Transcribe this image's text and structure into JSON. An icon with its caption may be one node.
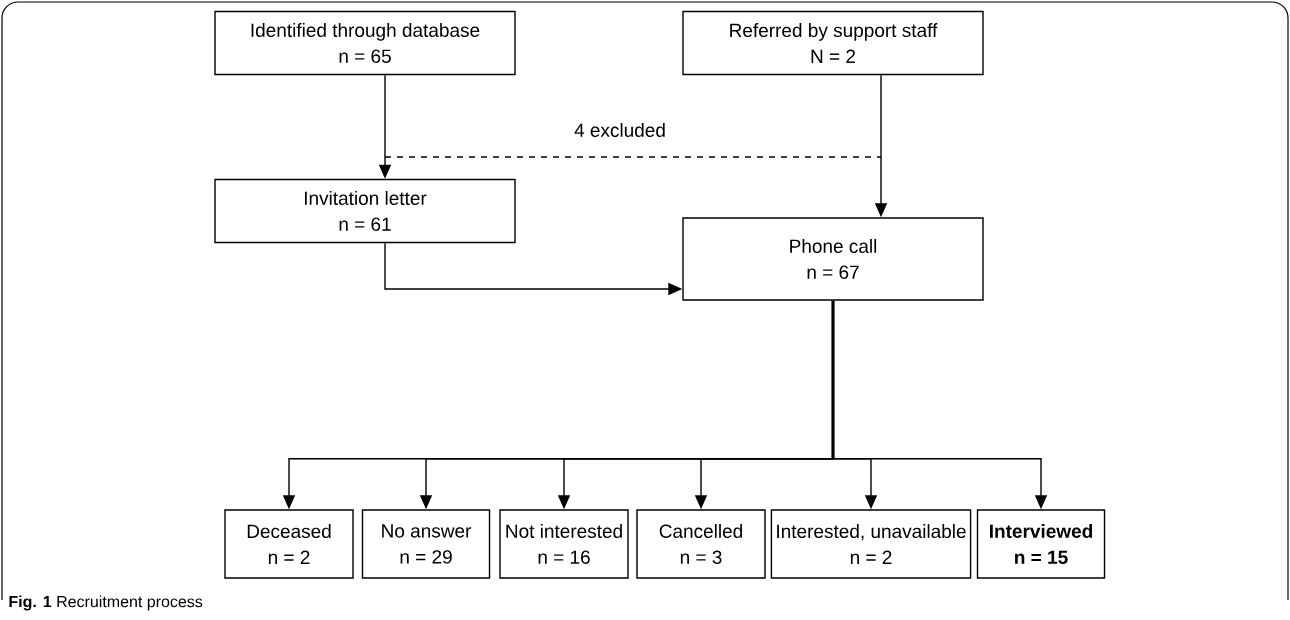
{
  "diagram": {
    "caption": "**Fig. 1** Recruitment process",
    "nodes": [
      {
        "text": [
          "Identified through database",
          "n = 65"
        ]
      },
      {
        "text": [
          "Referred by support staff",
          "N = 2"
        ]
      },
      {
        "text": [
          "Invitation letter",
          "n = 61"
        ]
      },
      {
        "text": [
          "Phone call",
          "n = 67"
        ]
      },
      {
        "text": [
          "Deceased",
          "n = 2"
        ]
      },
      {
        "text": [
          "No answer",
          "n = 29"
        ]
      },
      {
        "text": [
          "Not interested",
          "n = 16"
        ]
      },
      {
        "text": [
          "Cancelled",
          "n = 3"
        ]
      },
      {
        "text": [
          "Interested, unavailable",
          "n = 2"
        ]
      },
      {
        "text": [
          "Interviewed",
          "n = 15"
        ]
      }
    ],
    "edges": [
      {
        "from": 0,
        "to": 2,
        "arrow": "to"
      },
      {
        "from": 1,
        "to": 3,
        "arrow": "to"
      },
      {
        "from": 2,
        "to": 3,
        "arrow": "to"
      },
      {
        "from": 3,
        "to": 4,
        "arrow": "to"
      },
      {
        "from": 3,
        "to": 5,
        "arrow": "to"
      },
      {
        "from": 3,
        "to": 6,
        "arrow": "to"
      },
      {
        "from": 3,
        "to": 7,
        "arrow": "to"
      },
      {
        "from": 3,
        "to": 8,
        "arrow": "to"
      },
      {
        "from": 3,
        "to": 9,
        "arrow": "to"
      }
    ],
    "labels": [
      "4 excluded"
    ]
  }
}
